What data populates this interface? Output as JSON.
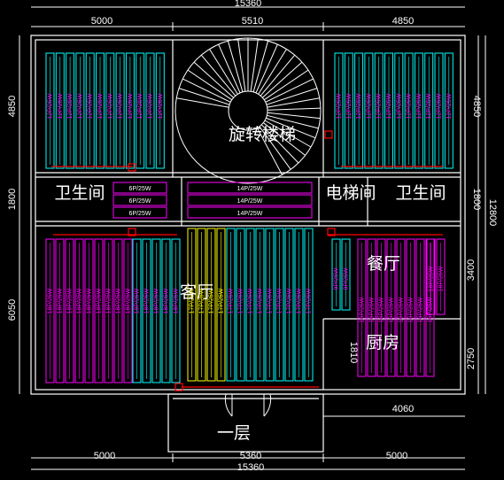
{
  "dimensions": {
    "top_total": "15360",
    "top_left": "5000",
    "top_mid": "5510",
    "top_right": "4850",
    "left_upper": "4850",
    "left_mid": "1800",
    "left_lower": "6050",
    "right_upper": "4850",
    "right_mid": "1800",
    "right_total": "12800",
    "right_dining": "3400",
    "right_kitchen": "2750",
    "kitchen_width": "4060",
    "kitchen_inner": "1810",
    "bottom_left": "5000",
    "bottom_mid": "5360",
    "bottom_right": "5000",
    "bottom_total": "15360"
  },
  "rooms": {
    "spiral_stair": "旋转楼梯",
    "toilet_left": "卫生间",
    "elevator": "电梯间",
    "toilet_right": "卫生间",
    "dining": "餐厅",
    "living": "客厅",
    "kitchen": "厨房",
    "floor": "一层"
  },
  "loops": {
    "left_bedroom": "12P/25W",
    "right_bedroom": "12P/25W",
    "corridor_small": "6P/25W",
    "corridor_large": "14P/25W",
    "living_magenta": "18P/25W",
    "living_cyan": "18P/25W",
    "living_yellow": "17P/25W",
    "living_cyan_right": "17P/25W",
    "dining_cyan": "9P/25W",
    "dining_magenta": "16P/25W",
    "dining_right": "18P/25W"
  },
  "colors": {
    "wall": "#ffffff",
    "cyan": "#00ffff",
    "magenta": "#ff00ff",
    "yellow": "#ffff00",
    "red": "#ff0000"
  }
}
